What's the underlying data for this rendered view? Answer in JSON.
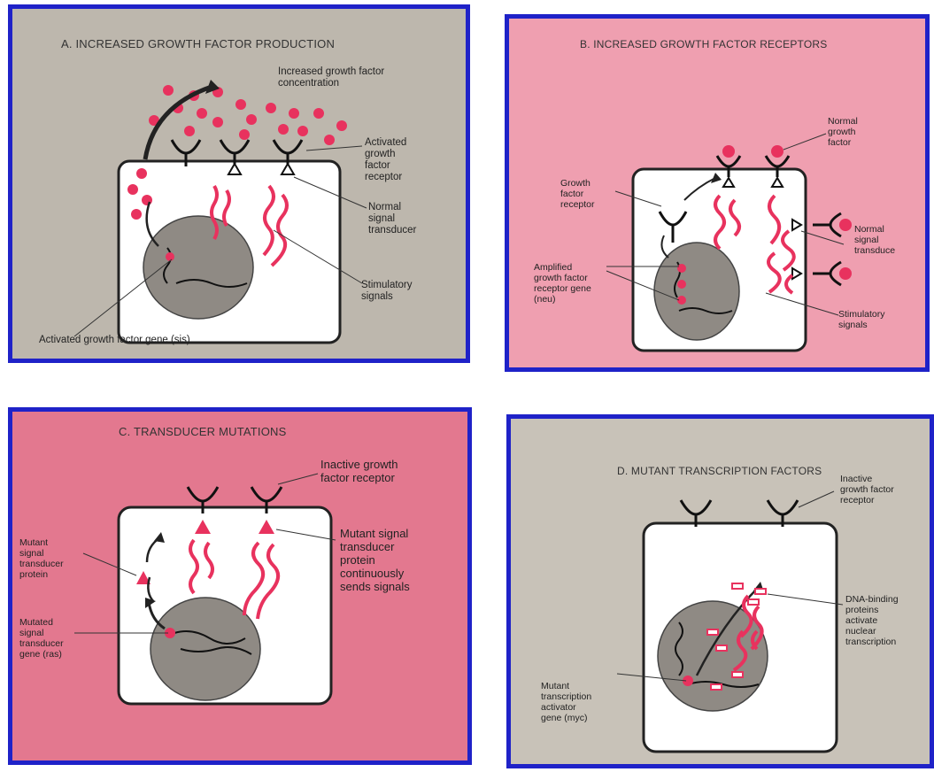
{
  "panels": {
    "a": {
      "title": "A. INCREASED GROWTH FACTOR PRODUCTION",
      "label_concentration": "Increased growth factor\nconcentration",
      "label_receptor": "Activated\ngrowth\nfactor\nreceptor",
      "label_transducer": "Normal\nsignal\ntransducer",
      "label_signals": "Stimulatory\nsignals",
      "label_gene": "Activated growth factor gene (sis)",
      "background": "#bdb7ad"
    },
    "b": {
      "title": "B. INCREASED GROWTH FACTOR RECEPTORS",
      "label_normal_factor": "Normal\ngrowth\nfactor",
      "label_receptor": "Growth\nfactor\nreceptor",
      "label_transducer": "Normal\nsignal\ntransduce",
      "label_amplified": "Amplified\ngrowth factor\nreceptor gene\n(neu)",
      "label_signals": "Stimulatory\nsignals",
      "background": "#ef9fb0"
    },
    "c": {
      "title": "C. TRANSDUCER MUTATIONS",
      "label_inactive": "Inactive growth\nfactor receptor",
      "label_mutant_protein": "Mutant signal\ntransducer\nprotein\ncontinuously\nsends signals",
      "label_mutant_left": "Mutant\nsignal\ntransducer\nprotein",
      "label_mutated_gene": "Mutated\nsignal\ntransducer\ngene (ras)",
      "background": "#e3788f"
    },
    "d": {
      "title": "D. MUTANT TRANSCRIPTION FACTORS",
      "label_inactive": "Inactive\ngrowth factor\nreceptor",
      "label_dna": "DNA-binding\nproteins\nactivate\nnuclear\ntranscription",
      "label_gene": "Mutant\ntranscription\nactivator\ngene (myc)",
      "background": "#c8c2b8"
    }
  },
  "colors": {
    "border": "#1f22c8",
    "signal": "#e8325e",
    "nucleus": "#8f8a84",
    "cell_fill": "#ffffff",
    "ink": "#222222"
  }
}
